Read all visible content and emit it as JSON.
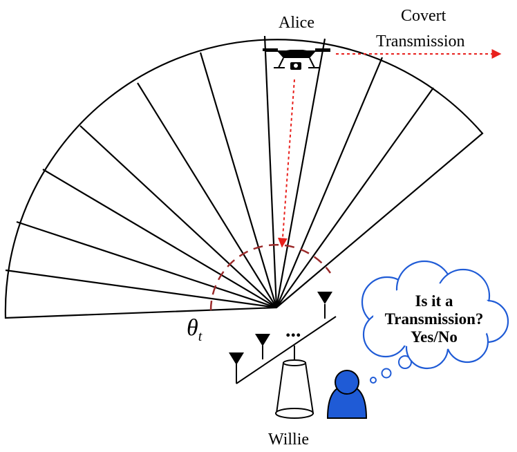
{
  "labels": {
    "alice": "Alice",
    "covert_line1": "Covert",
    "covert_line2": "Transmission",
    "willie": "Willie",
    "angle_symbol": "θ",
    "angle_subscript": "t",
    "ellipsis": "..."
  },
  "thought": {
    "line1": "Is it a",
    "line2": "Transmission?",
    "line3": "Yes/No"
  },
  "colors": {
    "signal_arrow": "#e8201c",
    "angle_arc": "#9b2a2a",
    "person": "#1f5bd6",
    "thought_bubble": "#1f5bd6",
    "lines": "#000000"
  },
  "icons": [
    "drone-icon",
    "antenna-icon",
    "person-icon",
    "thought-bubble-icon"
  ]
}
